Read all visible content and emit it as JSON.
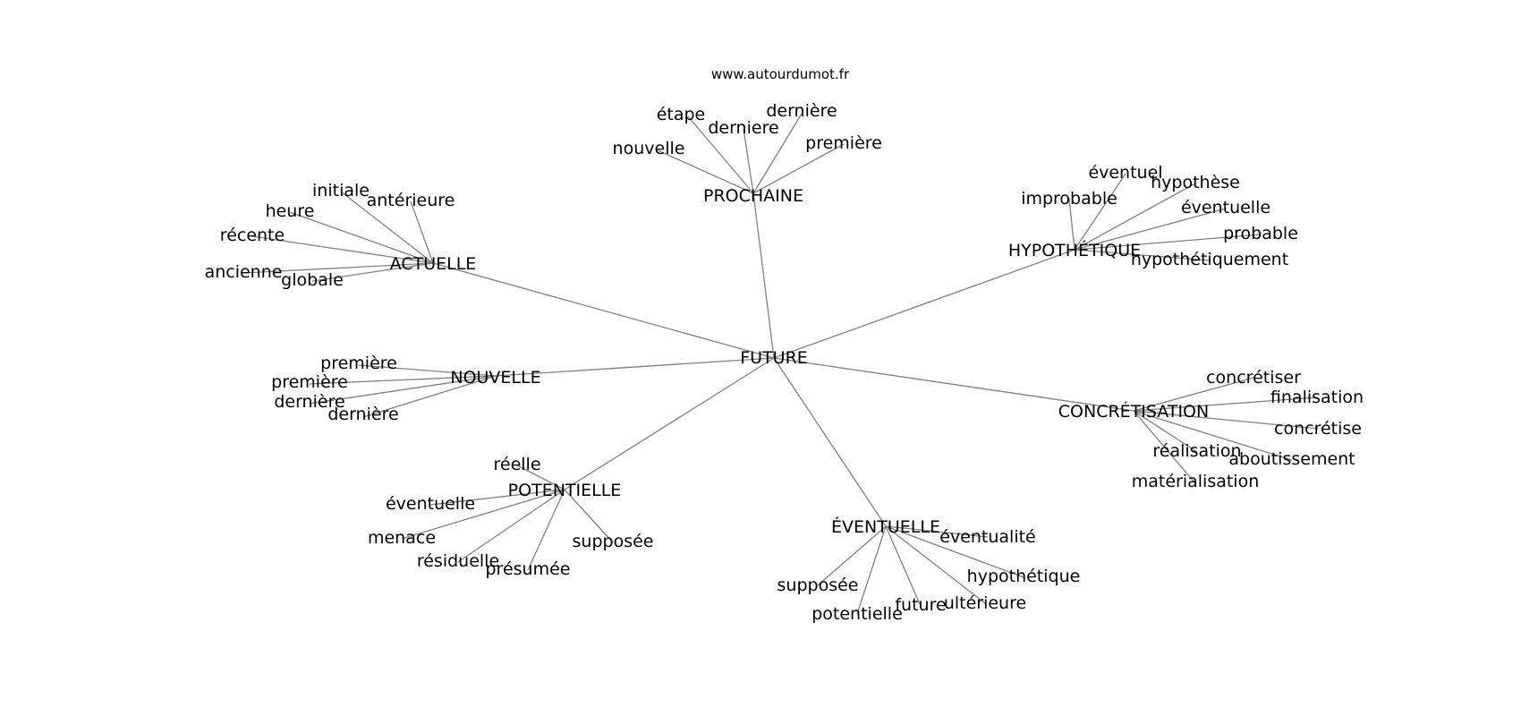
{
  "site_label": "www.autourdumot.fr",
  "center": "FUTURE",
  "colors": {
    "edge": "#808080",
    "text": "#000000",
    "background": "#ffffff"
  },
  "clusters": [
    {
      "hub": "PROCHAINE",
      "leaves": [
        "nouvelle",
        "étape",
        "derniere",
        "dernière",
        "première"
      ]
    },
    {
      "hub": "ACTUELLE",
      "leaves": [
        "initiale",
        "antérieure",
        "heure",
        "récente",
        "ancienne",
        "globale"
      ]
    },
    {
      "hub": "HYPOTHÉTIQUE",
      "leaves": [
        "éventuel",
        "hypothèse",
        "improbable",
        "éventuelle",
        "probable",
        "hypothétiquement"
      ]
    },
    {
      "hub": "NOUVELLE",
      "leaves": [
        "première",
        "première",
        "dernière",
        "dernière"
      ]
    },
    {
      "hub": "CONCRÉTISATION",
      "leaves": [
        "concrétiser",
        "finalisation",
        "concrétise",
        "réalisation",
        "aboutissement",
        "matérialisation"
      ]
    },
    {
      "hub": "POTENTIELLE",
      "leaves": [
        "réelle",
        "éventuelle",
        "menace",
        "résiduelle",
        "présumée",
        "supposée"
      ]
    },
    {
      "hub": "ÉVENTUELLE",
      "leaves": [
        "éventualité",
        "hypothétique",
        "supposée",
        "potentielle",
        "future",
        "ultérieure"
      ]
    }
  ]
}
